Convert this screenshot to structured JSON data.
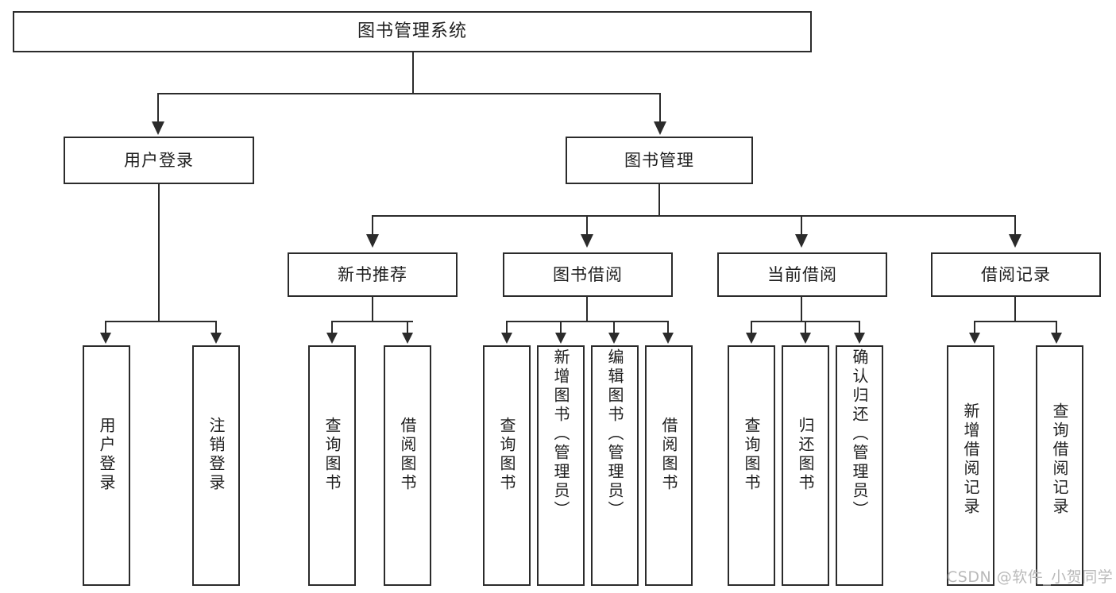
{
  "diagram": {
    "title": "图书管理系统",
    "root": {
      "label": "图书管理系统"
    },
    "level2": [
      {
        "label": "用户登录"
      },
      {
        "label": "图书管理"
      }
    ],
    "level3": [
      {
        "label": "新书推荐"
      },
      {
        "label": "图书借阅"
      },
      {
        "label": "当前借阅"
      },
      {
        "label": "借阅记录"
      }
    ],
    "leaves": [
      {
        "label": "用户登录"
      },
      {
        "label": "注销登录"
      },
      {
        "label": "查询图书"
      },
      {
        "label": "借阅图书"
      },
      {
        "label": "查询图书"
      },
      {
        "label": "新增图书（管理员）"
      },
      {
        "label": "编辑图书（管理员）"
      },
      {
        "label": "借阅图书"
      },
      {
        "label": "查询图书"
      },
      {
        "label": "归还图书"
      },
      {
        "label": "确认归还（管理员）"
      },
      {
        "label": "新增借阅记录"
      },
      {
        "label": "查询借阅记录"
      }
    ]
  },
  "watermark": {
    "text": "CSDN @软件_小贺同学"
  },
  "colors": {
    "stroke": "#2b2b2b",
    "background": "#ffffff",
    "text": "#1e1e1e",
    "watermark": "#b9b9b9"
  }
}
